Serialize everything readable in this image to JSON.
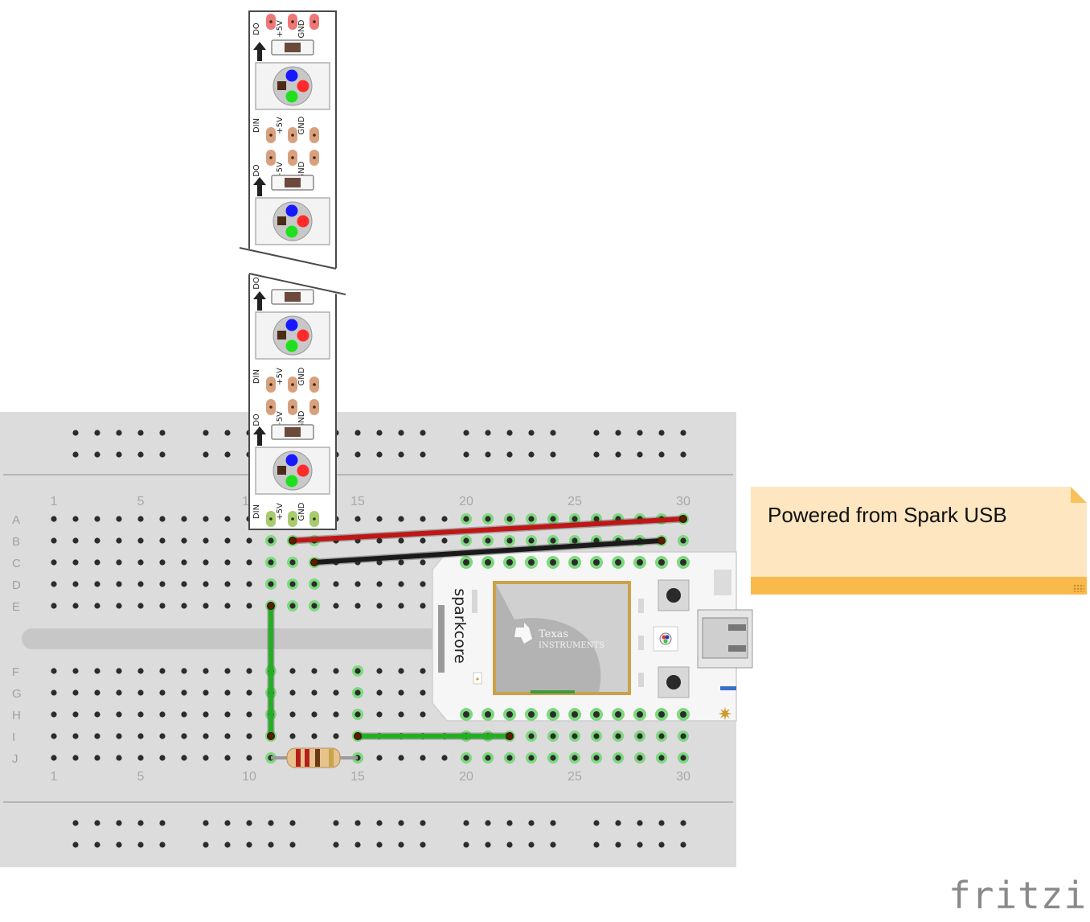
{
  "breadboard": {
    "row_letters": [
      "A",
      "B",
      "C",
      "D",
      "E",
      "F",
      "G",
      "H",
      "I",
      "J"
    ],
    "column_numbers": [
      "1",
      "5",
      "10",
      "15",
      "20",
      "25",
      "30"
    ],
    "colors": {
      "board": "#dcdcdc",
      "hole": "#2c2c2c",
      "active": "#7ed87e"
    }
  },
  "led_strip": {
    "pin_labels_out": [
      "DO",
      "+5V",
      "GND"
    ],
    "pin_labels_in": [
      "DIN",
      "+5V",
      "GND"
    ],
    "led_colors": {
      "r": "#ff2a2a",
      "g": "#1ee01e",
      "b": "#1818ff"
    }
  },
  "spark_core": {
    "label": "sparkcore",
    "chip_vendor_line1": "Texas",
    "chip_vendor_line2": "Instruments"
  },
  "wires": {
    "colors": {
      "power": "#c01616",
      "ground": "#1a1a1a",
      "signal": "#22b022"
    }
  },
  "note": {
    "text": "Powered from Spark USB"
  },
  "logo": {
    "text": "fritzing"
  }
}
